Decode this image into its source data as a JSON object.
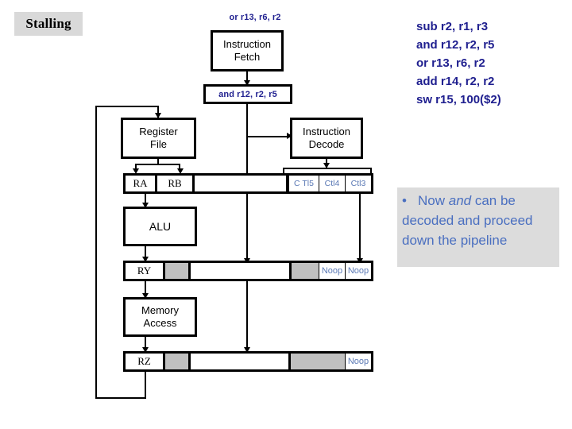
{
  "slide": {
    "title": "Stalling"
  },
  "diagram": {
    "fetch_tag_top": "or r13, r6, r2",
    "fetch_box": {
      "line1": "Instruction",
      "line2": "Fetch"
    },
    "decode_tag": "and r12, r2, r5",
    "register_file_box": {
      "line1": "Register",
      "line2": "File"
    },
    "decode_box": {
      "line1": "Instruction",
      "line2": "Decode"
    },
    "alu_box": {
      "line1": "ALU"
    },
    "memory_box": {
      "line1": "Memory",
      "line2": "Access"
    },
    "rows": {
      "ra_rb": {
        "ra": "RA",
        "rb": "RB",
        "ctl5": "C Tl5",
        "ctl4": "Ctl4",
        "ctl3": "Ctl3"
      },
      "ry": {
        "label": "RY",
        "noop1": "Noop",
        "noop2": "Noop"
      },
      "rz": {
        "label": "RZ",
        "noop1": "Noop"
      }
    }
  },
  "code": {
    "lines": [
      "sub r2, r1, r3",
      "and r12, r2, r5",
      "or r13, r6, r2",
      "add r14, r2, r2",
      "sw r15, 100($2)"
    ]
  },
  "note": {
    "bullet": "•",
    "part1": "Now ",
    "emphasis": "and",
    "part2": " can be decoded and proceed down the pipeline"
  },
  "colors": {
    "code_blue": "#1f1f8f",
    "note_blue": "#4a6fc0",
    "ctl_blue": "#5b79b5",
    "gray_cell": "#c0c0c0",
    "banner_gray": "#d9d9d9",
    "note_gray": "#dcdcdc"
  }
}
